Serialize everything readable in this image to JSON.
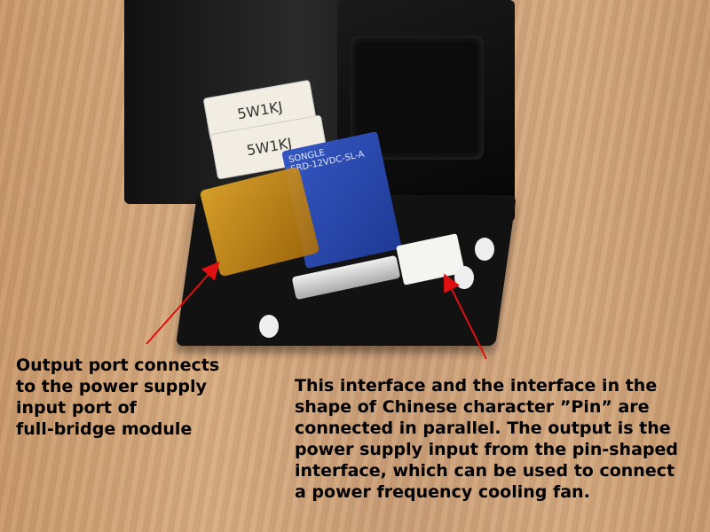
{
  "left_caption": {
    "lines": [
      "Output port connects",
      "to the power supply",
      "input port of",
      "full-bridge module"
    ]
  },
  "right_caption": {
    "lines": [
      "This interface and the interface in the",
      "shape of Chinese character ”Pin” are",
      "connected in parallel. The output is the",
      "power supply input from the pin-shaped",
      "interface, which can be used to connect",
      "a power frequency cooling fan."
    ]
  },
  "product": {
    "resistor_label": "5W1KJ",
    "relay_label": "SRD-12VDC-SL-A",
    "relay_brand": "SONGLE"
  },
  "colors": {
    "arrow": "#e01010",
    "relay": "#2a48ad",
    "fuse_holder": "#d99a1e"
  }
}
